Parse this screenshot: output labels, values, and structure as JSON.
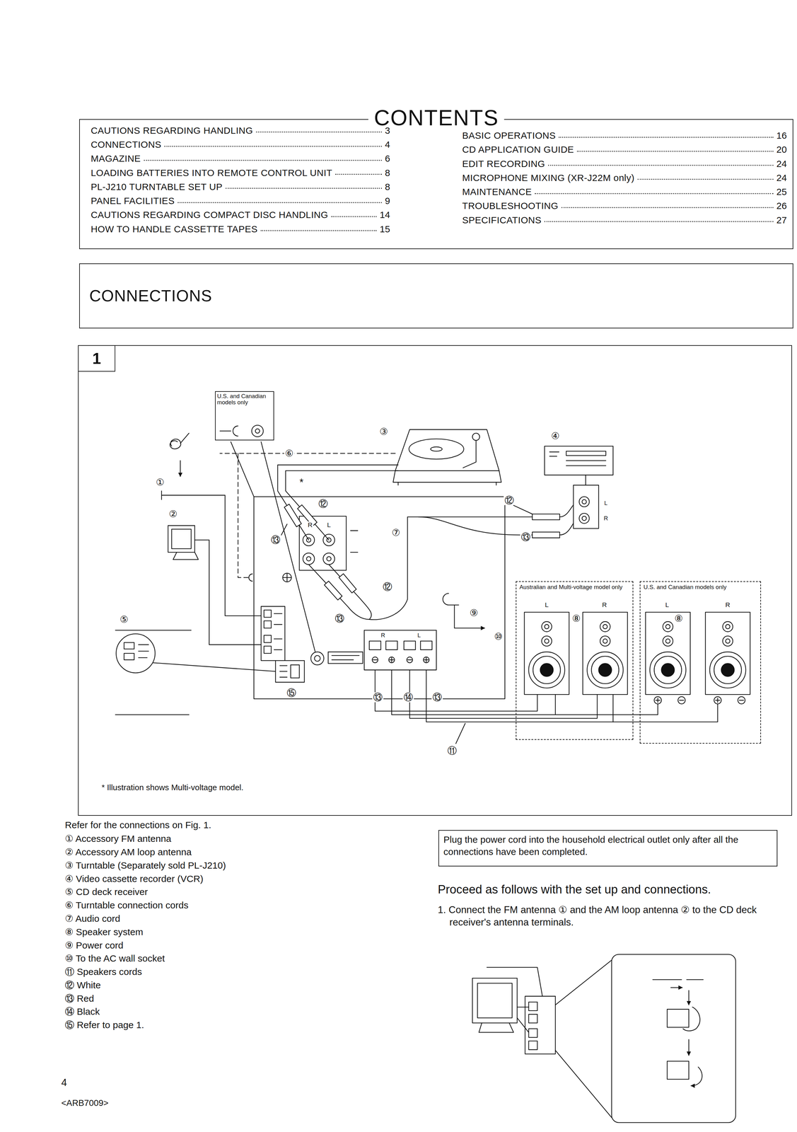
{
  "diagram": {
    "nodes": [
      {
        "text": [
          "CONTENTS",
          "CAUTIONS REGARDING HANDLING",
          "3",
          "CONNECTIONS",
          "4",
          "MAGAZINE",
          "6",
          "LOADING BATTERIES INTO REMOTE CONTROL UNIT",
          "8",
          "PL-J210 TURNTABLE SET UP",
          "8",
          "PANEL FACILITIES",
          "9",
          "CAUTIONS REGARDING COMPACT DISC HANDLING",
          "14",
          "HOW TO HANDLE CASSETTE TAPES",
          "15",
          "BASIC OPERATIONS",
          "16",
          "CD APPLICATION GUIDE",
          "20",
          "EDIT RECORDING",
          "24",
          "MICROPHONE MIXING (XR-J22M only)",
          "24",
          "MAINTENANCE",
          "25",
          "TROUBLESHOOTING",
          "26",
          "SPECIFICATIONS",
          "27"
        ]
      },
      {
        "text": [
          "CONNECTIONS"
        ]
      },
      {
        "text": [
          "* Illustration shows Multi-voltage model."
        ]
      },
      {
        "text": [
          "1"
        ],
        "in": 2
      },
      {
        "text": [
          "U.S. and Canadian models only"
        ],
        "in": 2
      },
      {
        "text": [
          "Australian and Multi-voltage model only"
        ],
        "in": 2
      },
      {
        "text": [
          "U.S. and Canadian models only"
        ],
        "in": 2
      },
      {
        "text": [
          "Plug the power cord into the household electrical outlet only after all the connections have been completed."
        ]
      }
    ],
    "labels": [
      "①",
      "②",
      "③",
      "④",
      "⑤",
      "⑥",
      "⑦",
      "⑧",
      "⑧",
      "⑨",
      "⑩",
      "⑪",
      "⑫",
      "⑫",
      "⑫",
      "⑬",
      "⑬",
      "⑬",
      "⑬",
      "⑬",
      "⑭",
      "⑮",
      "*",
      "R",
      "L",
      "R",
      "L",
      "L",
      "R",
      "L",
      "R",
      "L",
      "R",
      "Refer for the connections on Fig. 1.",
      "① Accessory FM antenna",
      "② Accessory AM loop antenna",
      "③ Turntable (Separately sold PL-J210)",
      "④ Video cassette recorder (VCR)",
      "⑤ CD deck receiver",
      "⑥ Turntable connection cords",
      "⑦ Audio cord",
      "⑧ Speaker system",
      "⑨ Power cord",
      "⑩ To the AC wall socket",
      "⑪ Speakers cords",
      "⑫ White",
      "⑬ Red",
      "⑭ Black",
      "⑮ Refer to page 1.",
      "Proceed as follows with the set up and connections.",
      "1. Connect the FM antenna ① and the AM loop antenna ② to the CD deck receiver's antenna terminals.",
      "4",
      "<ARB7009>"
    ]
  }
}
